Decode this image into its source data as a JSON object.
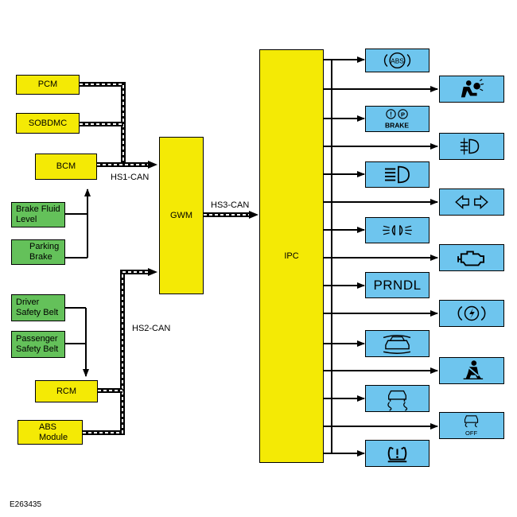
{
  "modules": {
    "pcm": "PCM",
    "sobdmc": "SOBDMC",
    "bcm": "BCM",
    "brake_fluid": "Brake Fluid Level",
    "parking_brake": "Parking Brake",
    "driver_belt": "Driver Safety Belt",
    "passenger_belt": "Passenger Safety Belt",
    "rcm": "RCM",
    "abs_module": "ABS Module",
    "gwm": "GWM",
    "ipc": "IPC"
  },
  "buses": {
    "hs1": "HS1-CAN",
    "hs2": "HS2-CAN",
    "hs3": "HS3-CAN"
  },
  "indicators": [
    {
      "icon": "abs-warning-icon",
      "text": "ABS"
    },
    {
      "icon": "airbag-icon"
    },
    {
      "icon": "brake-warning-icon",
      "text": "BRAKE"
    },
    {
      "icon": "rear-fog-lamp-icon"
    },
    {
      "icon": "high-beam-icon"
    },
    {
      "icon": "turn-signal-icon"
    },
    {
      "icon": "side-lamp-icon"
    },
    {
      "icon": "check-engine-icon"
    },
    {
      "icon": "prndl-icon",
      "text": "PRNDL"
    },
    {
      "icon": "electric-park-brake-icon"
    },
    {
      "icon": "front-collision-icon"
    },
    {
      "icon": "seatbelt-icon"
    },
    {
      "icon": "traction-control-icon"
    },
    {
      "icon": "traction-control-off-icon",
      "text": "OFF"
    },
    {
      "icon": "tire-pressure-icon"
    }
  ],
  "figure_id": "E263435",
  "colors": {
    "module_yellow": "#f4ea05",
    "switch_green": "#64c15a",
    "indicator_blue": "#6ec5ee"
  }
}
